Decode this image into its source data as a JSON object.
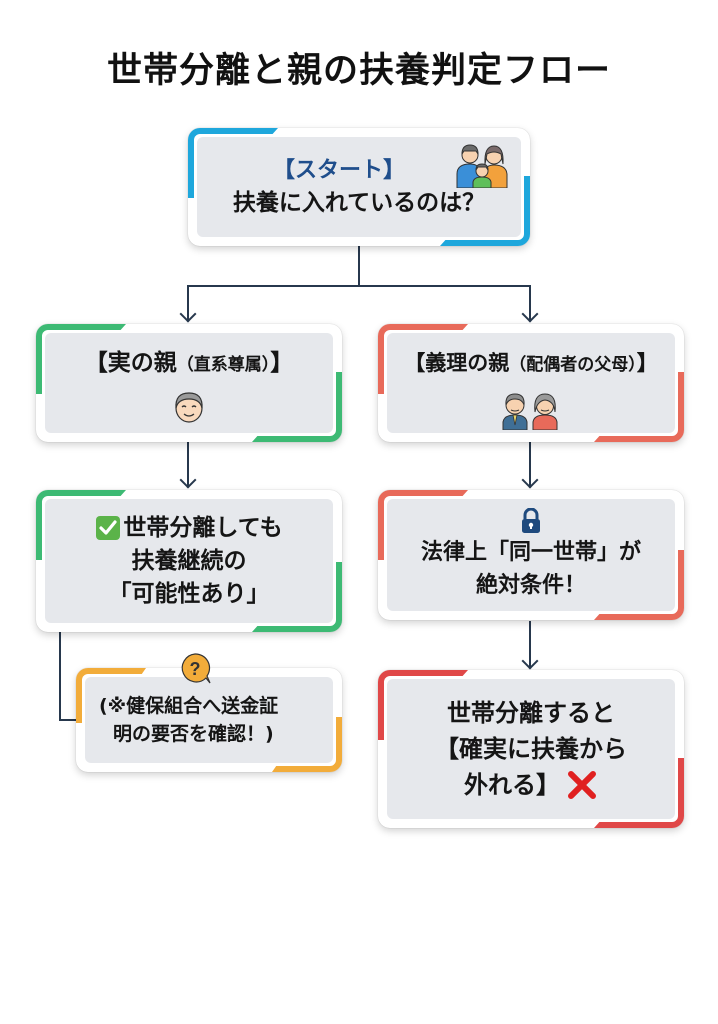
{
  "title": "世帯分離と親の扶養判定フロー",
  "colors": {
    "start_accent": "#1ea7dc",
    "real_parent_accent": "#3dba74",
    "in_law_accent": "#e86a5a",
    "note_accent": "#f2ac3a",
    "result_accent": "#e04848",
    "connector": "#27384d",
    "box_fill": "#e6e8ec"
  },
  "nodes": {
    "start": {
      "label": "【スタート】",
      "question": "扶養に入れているのは？",
      "icon": "family-icon"
    },
    "real_parent": {
      "label_main": "【実の親",
      "label_sub": "（直系尊属）",
      "label_close": "】",
      "icon": "grandparent-face-icon"
    },
    "in_law_parent": {
      "label_main": "【義理の親",
      "label_sub": "（配偶者の父母）",
      "label_close": "】",
      "icon": "elderly-couple-icon"
    },
    "real_result": {
      "icon": "check-icon",
      "line1": "世帯分離しても",
      "line2": "扶養継続の",
      "line3": "「可能性あり」"
    },
    "note": {
      "icon": "question-icon",
      "line1": "(※健保組合へ送金証",
      "line2": "明の要否を確認！)"
    },
    "in_law_condition": {
      "icon": "lock-icon",
      "line1": "法律上「同一世帯」が",
      "line2": "絶対条件！"
    },
    "in_law_result": {
      "line1": "世帯分離すると",
      "line2": "【確実に扶養から",
      "line3": "外れる】",
      "icon": "cross-icon"
    }
  }
}
